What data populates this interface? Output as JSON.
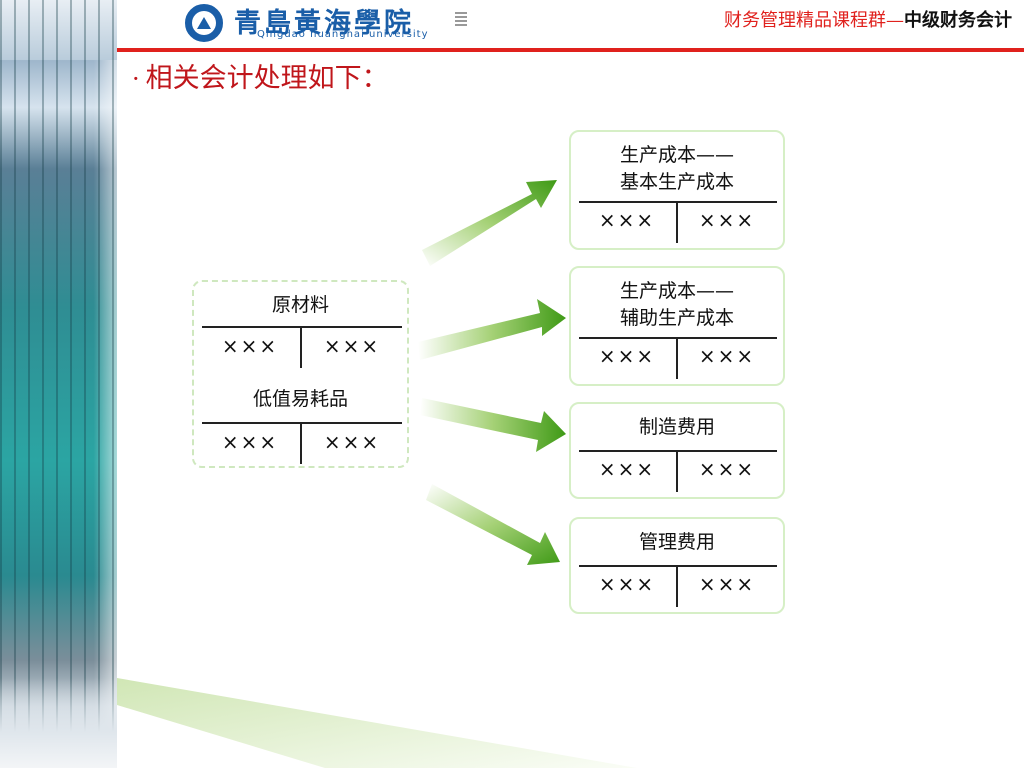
{
  "header": {
    "logo_cn": "青島黃海學院",
    "logo_en": "Qingdao huanghai university",
    "course_red": "财务管理精品课程群—",
    "course_black": "中级财务会计"
  },
  "section_title": "相关会计处理如下：",
  "bullet": "·",
  "source": {
    "account1": "原材料",
    "account1_debit": "×××",
    "account1_credit": "×××",
    "account2": "低值易耗品",
    "account2_debit": "×××",
    "account2_credit": "×××"
  },
  "targets": [
    {
      "title_line1": "生产成本——",
      "title_line2": "基本生产成本",
      "debit": "×××",
      "credit": "×××"
    },
    {
      "title_line1": "生产成本——",
      "title_line2": "辅助生产成本",
      "debit": "×××",
      "credit": "×××"
    },
    {
      "title_line1": "制造费用",
      "debit": "×××",
      "credit": "×××"
    },
    {
      "title_line1": "管理费用",
      "debit": "×××",
      "credit": "×××"
    }
  ],
  "colors": {
    "accent_red": "#e0211d",
    "title_red": "#c0161b",
    "brand_blue": "#1a5ea8",
    "arrow_green": "#4a9e1e",
    "box_border": "#d6efc6"
  },
  "icons": [
    "university-emblem-icon",
    "arrow-right-icon"
  ]
}
